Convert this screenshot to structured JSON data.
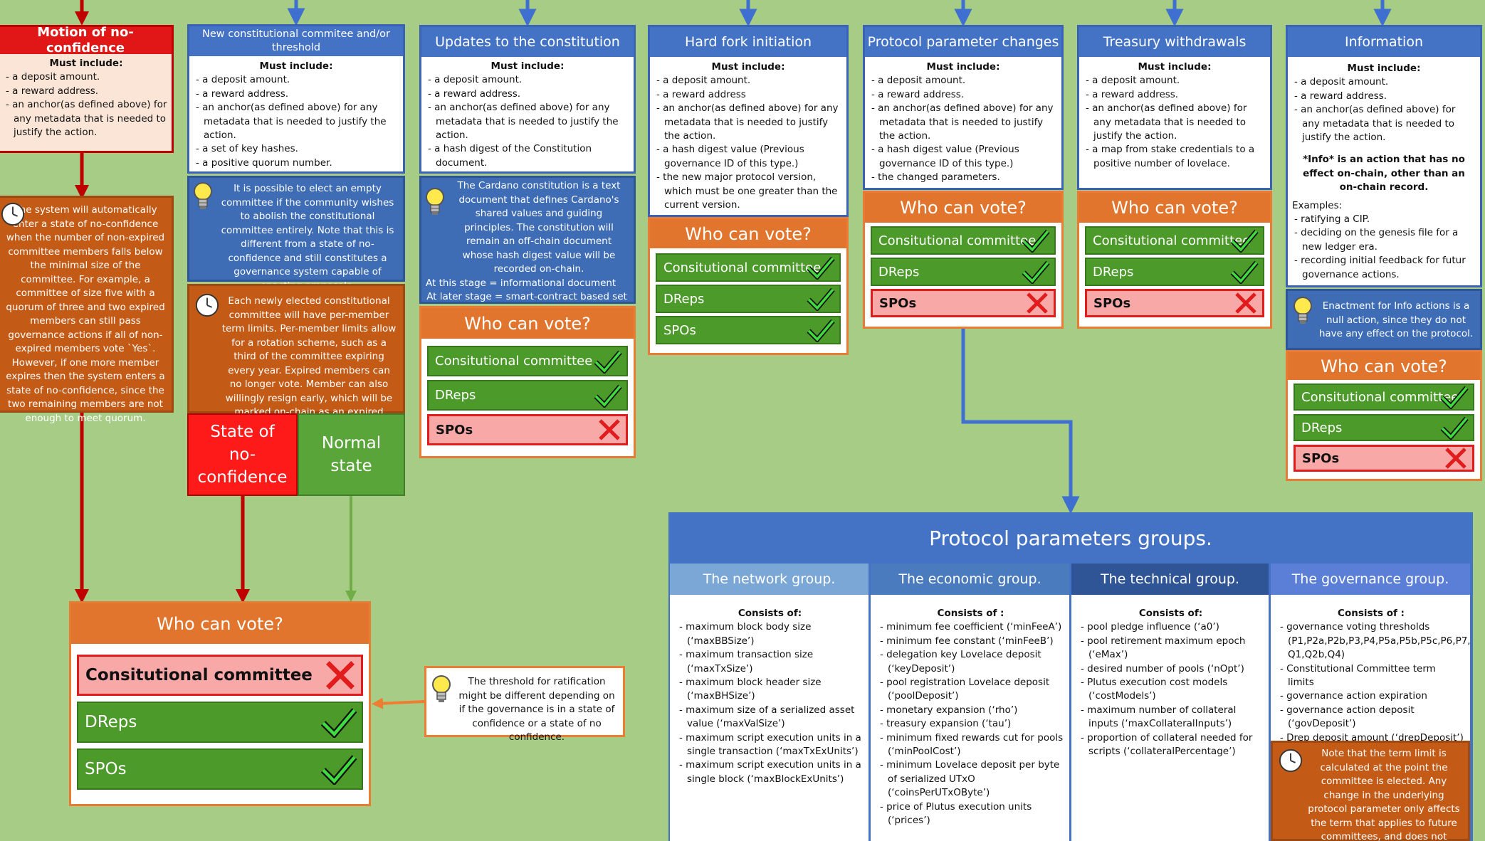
{
  "motion": {
    "title": "Motion of no-confidence",
    "must_title": "Must include:",
    "items": [
      "- a deposit amount.",
      "- a reward address.",
      "- an anchor(as defined above) for any metadata that is needed to justify the action."
    ],
    "note": "The system will automatically enter a state of no-confidence when the number of non-expired committee members falls below the minimal size of the committee. For example, a committee of size five with a quorum of three and two expired members can still pass governance actions if all of non-expired members vote `Yes`. However, if one more member expires then the system enters a state of no-confidence, since the two remaining members are not enough to meet quorum."
  },
  "committee": {
    "title": "New constitutional commitee and/or threshold",
    "must_title": "Must include:",
    "items": [
      "- a deposit amount.",
      "- a reward address.",
      "- an anchor(as defined above) for any metadata that is needed to justify the action.",
      "- a set of key hashes.",
      "- a positive quorum number."
    ],
    "tip": "It is possible to elect an empty committee if the community wishes to abolish the constitutional committee entirely. Note that this is different from a state of no-confidence and still constitutes a governance system capable of enacting proposals.",
    "note": "Each newly elected constitutional committee will have per-member term limits. Per-member limits allow for a rotation scheme, such as a third of the committee expiring every year. Expired members can no longer vote. Member can also willingly resign early, which will be marked on-chain as an expired member.",
    "state_no": "State of no-confidence",
    "state_normal": "Normal state"
  },
  "constitution": {
    "title": "Updates to the constitution",
    "must_title": "Must include:",
    "items": [
      "- a deposit amount.",
      "- a reward address.",
      "- an anchor(as defined above) for any metadata that is needed to justify the action.",
      "- a hash digest of the Constitution document."
    ],
    "tip_lines": [
      "The Cardano constitution is a text document that defines Cardano's shared values and guiding principles. The constitution will remain an off-chain document whose hash digest value will be recorded on-chain.",
      "At this stage  = informational document",
      "At later stage = smart-contract based set of rules."
    ]
  },
  "hardfork": {
    "title": "Hard fork initiation",
    "must_title": "Must include:",
    "items": [
      "- a deposit amount.",
      "- a reward address",
      "- an anchor(as defined above) for any metadata that is needed to justify the action.",
      "- a hash digest value (Previous governance ID of this type.)",
      "- the new major protocol version, which must be one greater than the current version."
    ]
  },
  "protocol": {
    "title": "Protocol parameter changes",
    "must_title": "Must include:",
    "items": [
      "- a deposit amount.",
      "- a reward address.",
      "- an anchor(as defined above) for any metadata that is needed to justify the action.",
      "- a hash digest value (Previous governance ID of this type.)",
      "- the changed parameters."
    ]
  },
  "treasury": {
    "title": "Treasury withdrawals",
    "must_title": "Must include:",
    "items": [
      "- a deposit amount.",
      "- a reward address.",
      "- an anchor(as defined above) for any metadata that is needed to justify the action.",
      "- a map from stake credentials to a positive number of lovelace."
    ]
  },
  "info": {
    "title": "Information",
    "must_title": "Must include:",
    "items": [
      "- a deposit amount.",
      "- a reward address.",
      "- an anchor(as defined above) for any metadata that is needed to justify the action."
    ],
    "info_def": "*Info* is an action that has no effect on-chain, other than an on-chain record.",
    "examples_title": "Examples:",
    "examples": [
      "- ratifying a CIP.",
      "- deciding on the genesis file for a new ledger era.",
      "- recording initial feedback for futur governance actions."
    ],
    "tip": "Enactment for Info actions is a null action, since they do not have any effect on the protocol."
  },
  "vote": {
    "title": "Who can vote?",
    "cc": "Consitutional committee",
    "dreps": "DReps",
    "spos": "SPOs"
  },
  "threshold_tip": "The threshold for ratification might be different depending on if the governance is in a state of confidence or a state of no confidence.",
  "groups": {
    "title": "Protocol parameters groups.",
    "consists": "Consists of:",
    "consists_alt": "Consists of :",
    "network": {
      "title": "The network group.",
      "items": [
        "- maximum block body size (‘maxBBSize’)",
        "- maximum transaction size (‘maxTxSize’)",
        "- maximum block header size (‘maxBHSize’)",
        "- maximum size of a serialized asset value (‘maxValSize’)",
        "- maximum script execution units in a single transaction (‘maxTxExUnits’)",
        "- maximum script execution units in a single block (‘maxBlockExUnits’)"
      ]
    },
    "economic": {
      "title": "The economic group.",
      "items": [
        "- minimum fee coefficient (‘minFeeA’)",
        "- minimum fee constant (‘minFeeB’)",
        "- delegation key Lovelace deposit (‘keyDeposit’)",
        "- pool registration Lovelace deposit (‘poolDeposit’)",
        "- monetary expansion (‘rho’)",
        "- treasury expansion (‘tau’)",
        "- minimum fixed rewards cut for pools (‘minPoolCost’)",
        "- minimum Lovelace deposit per byte of serialized UTxO (‘coinsPerUTxOByte’)",
        "- price of Plutus execution units (‘prices’)"
      ]
    },
    "technical": {
      "title": "The technical group.",
      "items": [
        "- pool pledge influence (‘a0’)",
        "- pool retirement maximum epoch (‘eMax’)",
        "- desired number of pools (‘nOpt’)",
        "- Plutus execution cost models (‘costModels’)",
        "- maximum number of collateral inputs (‘maxCollateralInputs’)",
        "- proportion of collateral needed for scripts (‘collateralPercentage’)"
      ]
    },
    "governance": {
      "title": "The governance group.",
      "items": [
        "- governance voting thresholds (P1,P2a,P2b,P3,P4,P5a,P5b,P5c,P6,P7, Q1,Q2b,Q4)",
        "- Constitutional Committee term limits",
        "- governance action expiration",
        "- governance action deposit (‘govDeposit’)",
        "- Drep deposit amount (‘drepDeposit’)"
      ],
      "note": "Note that the term limit is calculated at the point the committee is elected. Any change in the underlying protocol parameter only affects the term that applies to future committees, and does not change the term of the current committee."
    }
  },
  "colors": {
    "background": "#a6cc85",
    "blue": "#4472c4",
    "orange": "#e1752e",
    "green": "#4c9a2a",
    "red": "#e11c1c"
  }
}
